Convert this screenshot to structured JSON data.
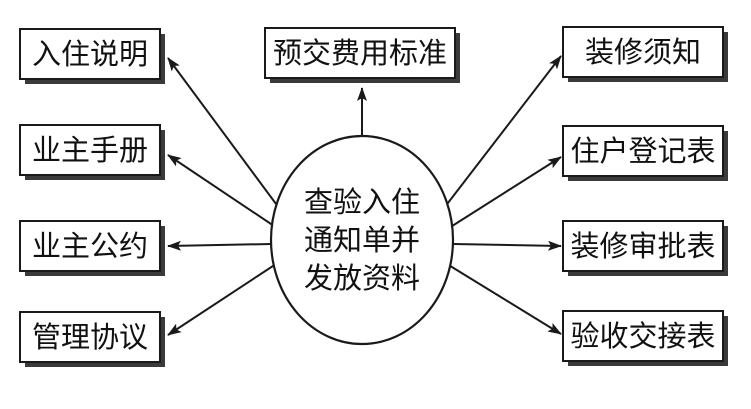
{
  "center": {
    "lines": [
      "查验入住",
      "通知单并",
      "发放资料"
    ]
  },
  "nodes": {
    "left_1": "入住说明",
    "left_2": "业主手册",
    "left_3": "业主公约",
    "left_4": "管理协议",
    "top": "预交费用标准",
    "right_1": "装修须知",
    "right_2": "住户登记表",
    "right_3": "装修审批表",
    "right_4": "验收交接表"
  }
}
